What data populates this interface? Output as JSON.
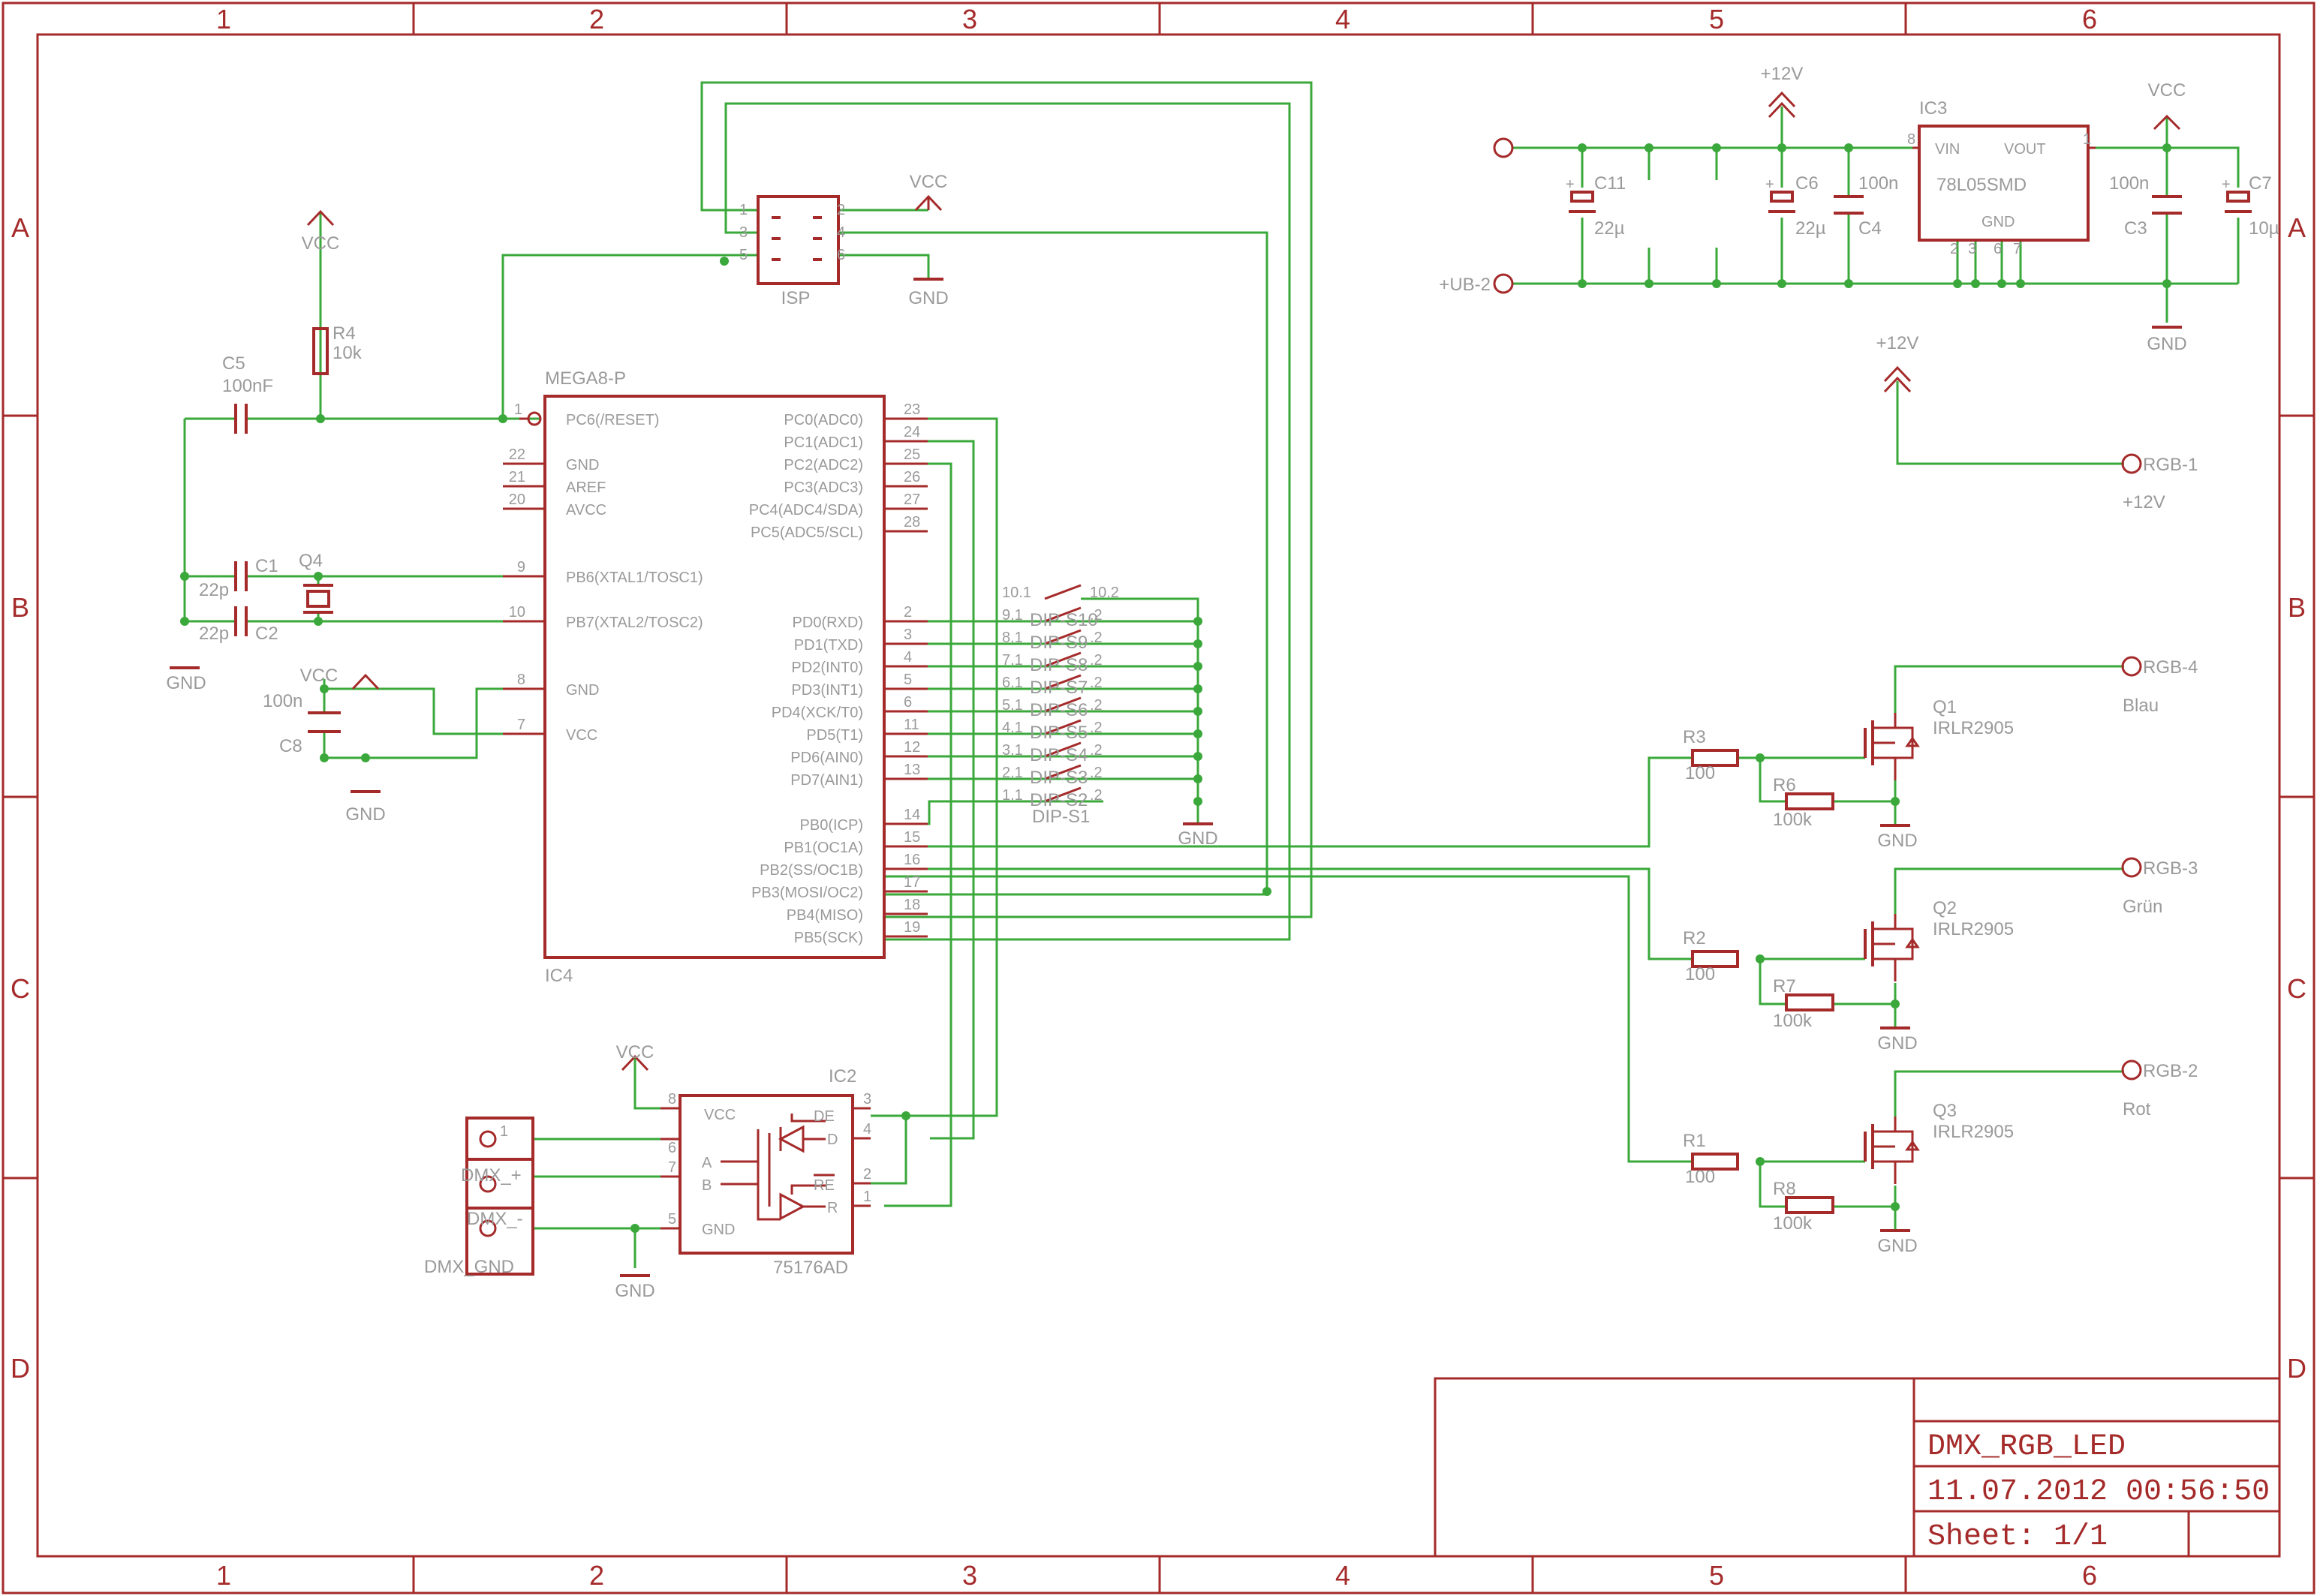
{
  "colors": {
    "wire": "#3aa83a",
    "symbol": "#a52a2a",
    "label": "#9a9a9a",
    "frame": "#a52a2a"
  },
  "frame": {
    "cols": [
      "1",
      "2",
      "3",
      "4",
      "5",
      "6"
    ],
    "rows": [
      "A",
      "B",
      "C",
      "D"
    ]
  },
  "title_block": {
    "name": "DMX_RGB_LED",
    "datetime": "11.07.2012 00:56:50",
    "sheet": "Sheet: 1/1"
  },
  "parts": {
    "ic4": {
      "name": "MEGA8-P",
      "ref": "IC4",
      "left_pins": [
        {
          "num": "1",
          "name": "PC6(/RESET)"
        },
        {
          "num": "22",
          "name": "GND"
        },
        {
          "num": "21",
          "name": "AREF"
        },
        {
          "num": "20",
          "name": "AVCC"
        },
        {
          "num": "9",
          "name": "PB6(XTAL1/TOSC1)"
        },
        {
          "num": "10",
          "name": "PB7(XTAL2/TOSC2)"
        },
        {
          "num": "8",
          "name": "GND"
        },
        {
          "num": "7",
          "name": "VCC"
        }
      ],
      "right_pins": [
        {
          "num": "23",
          "name": "PC0(ADC0)"
        },
        {
          "num": "24",
          "name": "PC1(ADC1)"
        },
        {
          "num": "25",
          "name": "PC2(ADC2)"
        },
        {
          "num": "26",
          "name": "PC3(ADC3)"
        },
        {
          "num": "27",
          "name": "PC4(ADC4/SDA)"
        },
        {
          "num": "28",
          "name": "PC5(ADC5/SCL)"
        },
        {
          "num": "2",
          "name": "PD0(RXD)"
        },
        {
          "num": "3",
          "name": "PD1(TXD)"
        },
        {
          "num": "4",
          "name": "PD2(INT0)"
        },
        {
          "num": "5",
          "name": "PD3(INT1)"
        },
        {
          "num": "6",
          "name": "PD4(XCK/T0)"
        },
        {
          "num": "11",
          "name": "PD5(T1)"
        },
        {
          "num": "12",
          "name": "PD6(AIN0)"
        },
        {
          "num": "13",
          "name": "PD7(AIN1)"
        },
        {
          "num": "14",
          "name": "PB0(ICP)"
        },
        {
          "num": "15",
          "name": "PB1(OC1A)"
        },
        {
          "num": "16",
          "name": "PB2(SS/OC1B)"
        },
        {
          "num": "17",
          "name": "PB3(MOSI/OC2)"
        },
        {
          "num": "18",
          "name": "PB4(MISO)"
        },
        {
          "num": "19",
          "name": "PB5(SCK)"
        }
      ]
    },
    "isp": {
      "ref": "ISP",
      "pins": [
        "1",
        "2",
        "3",
        "4",
        "5",
        "6"
      ]
    },
    "ic2": {
      "ref": "IC2",
      "value": "75176AD",
      "left_pins": [
        {
          "num": "8",
          "name": "VCC"
        },
        {
          "num": "6",
          "name": "A"
        },
        {
          "num": "7",
          "name": "B"
        },
        {
          "num": "5",
          "name": "GND"
        }
      ],
      "right_pins": [
        {
          "num": "3",
          "name": "DE"
        },
        {
          "num": "4",
          "name": "D"
        },
        {
          "num": "2",
          "name": "RE"
        },
        {
          "num": "1",
          "name": "R"
        }
      ]
    },
    "ic3": {
      "ref": "IC3",
      "value": "78L05SMD",
      "vin": "VIN",
      "vout": "VOUT",
      "gnd": "GND",
      "pin_vin": "8",
      "pin_vout": "1",
      "gnd_pins": [
        "2",
        "3",
        "6",
        "7"
      ]
    },
    "dip": {
      "ref": "DIP-S1",
      "rows": [
        {
          "l": "10.1",
          "n": "",
          "r": "10.2"
        },
        {
          "l": "9.1",
          "n": "DIP-S10",
          "r": ".2"
        },
        {
          "l": "8.1",
          "n": "DIP-S9",
          "r": ".2"
        },
        {
          "l": "7.1",
          "n": "DIP-S8",
          "r": ".2"
        },
        {
          "l": "6.1",
          "n": "DIP-S7",
          "r": ".2"
        },
        {
          "l": "5.1",
          "n": "DIP-S6",
          "r": ".2"
        },
        {
          "l": "4.1",
          "n": "DIP-S5",
          "r": ".2"
        },
        {
          "l": "3.1",
          "n": "DIP-S4",
          "r": ".2"
        },
        {
          "l": "2.1",
          "n": "DIP-S3",
          "r": ".2"
        },
        {
          "l": "1.1",
          "n": "DIP-S2",
          "r": ".2"
        }
      ]
    },
    "r4": {
      "ref": "R4",
      "value": "10k"
    },
    "c5": {
      "ref": "C5",
      "value": "100nF"
    },
    "c1": {
      "ref": "C1",
      "value": "22p"
    },
    "c2": {
      "ref": "C2",
      "value": "22p"
    },
    "q4": {
      "ref": "Q4"
    },
    "c8": {
      "ref": "C8",
      "value": "100n"
    },
    "c11": {
      "ref": "C11",
      "value": "22µ"
    },
    "c6": {
      "ref": "C6",
      "value": "22µ"
    },
    "c4": {
      "ref": "C4",
      "value": "100n"
    },
    "c3": {
      "ref": "C3",
      "value": "100n"
    },
    "c7": {
      "ref": "C7",
      "value": "10µ"
    },
    "fets": [
      {
        "q": "Q1",
        "type": "IRLR2905",
        "rg": "R3",
        "rgv": "100",
        "rp": "R6",
        "rpv": "100k",
        "out": "RGB-4",
        "color": "Blau"
      },
      {
        "q": "Q2",
        "type": "IRLR2905",
        "rg": "R2",
        "rgv": "100",
        "rp": "R7",
        "rpv": "100k",
        "out": "RGB-3",
        "color": "Grün"
      },
      {
        "q": "Q3",
        "type": "IRLR2905",
        "rg": "R1",
        "rgv": "100",
        "rp": "R8",
        "rpv": "100k",
        "out": "RGB-2",
        "color": "Rot"
      }
    ],
    "dmx": {
      "p1": "1",
      "p2": "DMX_+",
      "p3": "DMX_-",
      "gnd": "DMX_GND"
    }
  },
  "nets": {
    "vcc": "VCC",
    "gnd": "GND",
    "v12": "+12V",
    "ub": "+UB-2",
    "rgb1": "RGB-1",
    "rgb1_note": "+12V"
  }
}
